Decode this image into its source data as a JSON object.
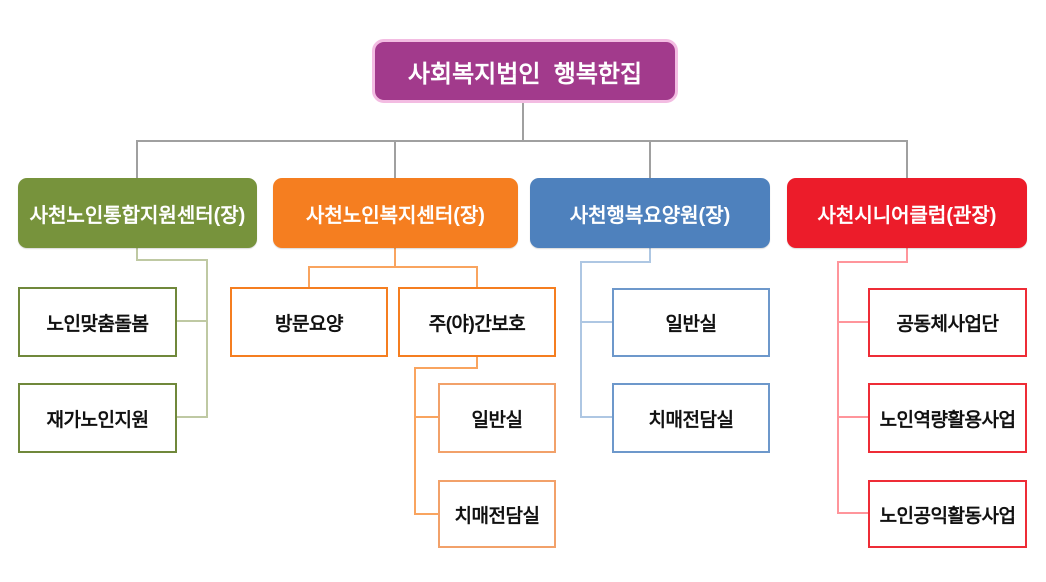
{
  "tree": {
    "root": {
      "label": "사회복지법인  행복한집"
    },
    "branches": [
      {
        "label": "사천노인통합지원센터(장)",
        "children": [
          {
            "label": "노인맞춤돌봄"
          },
          {
            "label": "재가노인지원"
          }
        ]
      },
      {
        "label": "사천노인복지센터(장)",
        "children": [
          {
            "label": "방문요양"
          },
          {
            "label": "주(야)간보호",
            "children": [
              {
                "label": "일반실"
              },
              {
                "label": "치매전담실"
              }
            ]
          }
        ]
      },
      {
        "label": "사천행복요양원(장)",
        "children": [
          {
            "label": "일반실"
          },
          {
            "label": "치매전담실"
          }
        ]
      },
      {
        "label": "사천시니어클럽(관장)",
        "children": [
          {
            "label": "공동체사업단"
          },
          {
            "label": "노인역량활용사업"
          },
          {
            "label": "노인공익활동사업"
          }
        ]
      }
    ]
  },
  "colors": {
    "root_fill": "#A23A8C",
    "root_border": "#F3BCE2",
    "branch_green": "#77933C",
    "branch_orange": "#F57E20",
    "branch_blue": "#4E81BD",
    "branch_red": "#EC1C2A",
    "leaf_border_green": "#70883B",
    "leaf_border_orange": "#F57E20",
    "leaf_border_orange_sub": "#F2A16A",
    "leaf_border_blue": "#6D98CB",
    "leaf_border_red": "#EE2C36",
    "connector_gray": "#A0A0A0",
    "connector_green": "#BFC9A3",
    "connector_orange": "#F9A45F",
    "connector_blue": "#AEC7E3",
    "connector_red": "#FF959B",
    "leaf_text": "#111111",
    "node_text": "#FFFFFF"
  }
}
